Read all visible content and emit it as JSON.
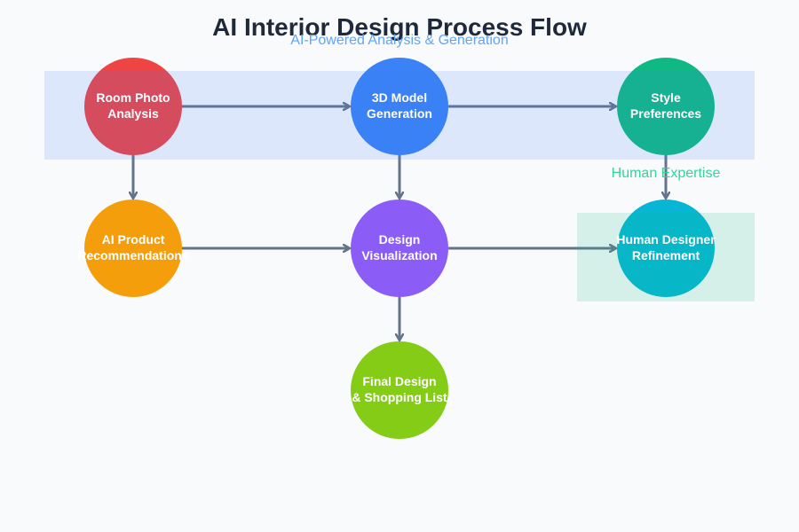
{
  "title": "AI Interior Design Process Flow",
  "groups": [
    {
      "id": "ai",
      "label": "AI-Powered Analysis & Generation",
      "fill": "#3b82f6",
      "label_color": "#60a5fa"
    },
    {
      "id": "human",
      "label": "Human Expertise",
      "fill": "#10b981",
      "label_color": "#34d399"
    }
  ],
  "nodes": [
    {
      "id": "room-photo-analysis",
      "lines": [
        "Room Photo",
        "Analysis"
      ],
      "color": "#ef4444"
    },
    {
      "id": "3d-model-generation",
      "lines": [
        "3D Model",
        "Generation"
      ],
      "color": "#3b82f6"
    },
    {
      "id": "style-preferences",
      "lines": [
        "Style",
        "Preferences"
      ],
      "color": "#10b981"
    },
    {
      "id": "ai-product-recommendations",
      "lines": [
        "AI Product",
        "Recommendations"
      ],
      "color": "#f59e0b"
    },
    {
      "id": "design-visualization",
      "lines": [
        "Design",
        "Visualization"
      ],
      "color": "#8b5cf6"
    },
    {
      "id": "human-designer-refinement",
      "lines": [
        "Human Designer",
        "Refinement"
      ],
      "color": "#06b6d4"
    },
    {
      "id": "final-design-shopping-list",
      "lines": [
        "Final Design",
        "& Shopping List"
      ],
      "color": "#84cc16"
    }
  ],
  "edges": [
    {
      "from": "room-photo-analysis",
      "to": "3d-model-generation"
    },
    {
      "from": "3d-model-generation",
      "to": "style-preferences"
    },
    {
      "from": "room-photo-analysis",
      "to": "ai-product-recommendations"
    },
    {
      "from": "3d-model-generation",
      "to": "design-visualization"
    },
    {
      "from": "style-preferences",
      "to": "human-designer-refinement"
    },
    {
      "from": "ai-product-recommendations",
      "to": "design-visualization"
    },
    {
      "from": "design-visualization",
      "to": "human-designer-refinement"
    },
    {
      "from": "design-visualization",
      "to": "final-design-shopping-list"
    }
  ],
  "edge_color": "#64748b"
}
